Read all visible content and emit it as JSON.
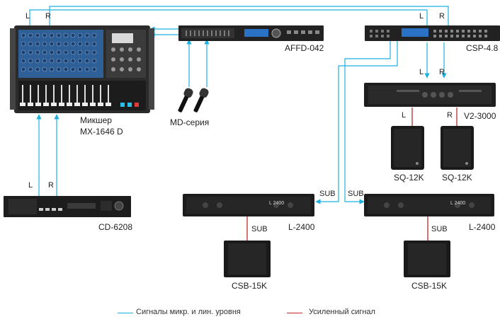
{
  "colors": {
    "signal": "#1eb1e0",
    "amplified": "#c32a2a",
    "device_dark": "#1a1a1a",
    "device_mid": "#3a3a3a",
    "knob_blue": "#2a6fb0"
  },
  "channels": {
    "left": "L",
    "right": "R",
    "sub": "SUB"
  },
  "devices": {
    "mixer": {
      "name_line1": "Микшер",
      "name_line2": "MX-1646 D"
    },
    "affd": {
      "name": "AFFD-042"
    },
    "csp": {
      "name": "CSP-4.8"
    },
    "v2": {
      "name": "V2-3000"
    },
    "sq_left": {
      "name": "SQ-12K"
    },
    "sq_right": {
      "name": "SQ-12K"
    },
    "mics": {
      "name": "MD-серия"
    },
    "cd": {
      "name": "CD-6208"
    },
    "amp_left": {
      "name": "L-2400",
      "panel_text": "L 2400"
    },
    "amp_right": {
      "name": "L-2400",
      "panel_text": "L 2400"
    },
    "sub_left": {
      "name": "CSB-15K"
    },
    "sub_right": {
      "name": "CSB-15K"
    }
  },
  "legend": {
    "signal_label": "Сигналы микр. и лин. уровня",
    "amplified_label": "Усиленный сигнал"
  }
}
